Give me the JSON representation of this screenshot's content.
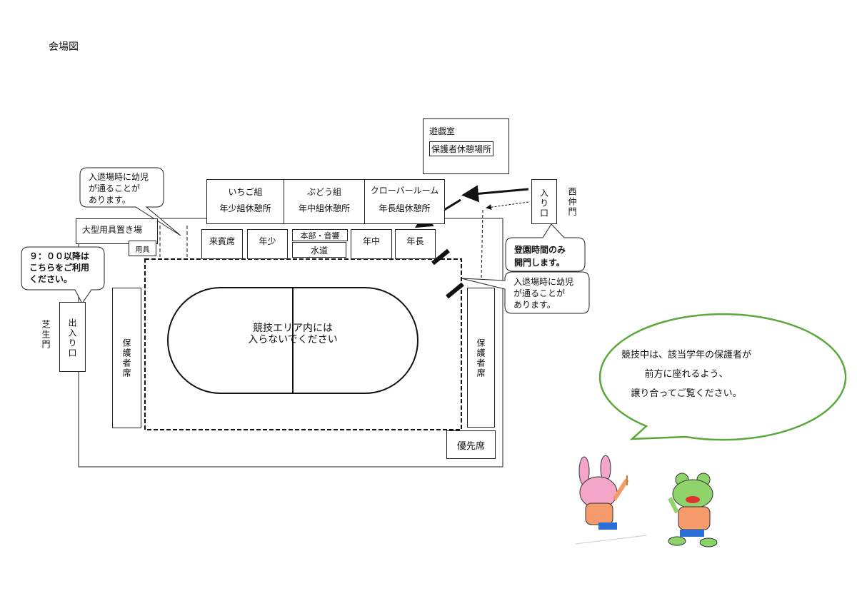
{
  "title": "会場図",
  "playroom": {
    "name": "遊戯室",
    "sub": "保護者休憩場所"
  },
  "rest_rooms": [
    {
      "name": "いちご組",
      "use": "年少組休憩所"
    },
    {
      "name": "ぶどう組",
      "use": "年中組休憩所"
    },
    {
      "name": "クローバールーム",
      "use": "年長組休憩所"
    }
  ],
  "equipment": {
    "large": "大型用具置き場",
    "small": "用具"
  },
  "seats": {
    "guest": "来賓席",
    "nensho": "年少",
    "hq": "本部・音響",
    "water": "水道",
    "nenchu": "年中",
    "nencho": "年長",
    "parents": "保護者席",
    "priority": "優先席"
  },
  "track_text": [
    "競技エリア内には",
    "入らないでください"
  ],
  "gates": {
    "west_entrance": "入り口",
    "west_gate": "西仲門",
    "lawn_entrance": "出入り口",
    "lawn_gate": "芝生門"
  },
  "bubbles": {
    "left_top": [
      "入退場時に幼児",
      "が通ることが",
      "あります。"
    ],
    "after9": [
      "９：００以降は",
      "こちらをご利用",
      "ください。"
    ],
    "open_time": [
      "登園時間のみ",
      "開門します。"
    ],
    "right": [
      "入退場時に幼児",
      "が通ることが",
      "あります。"
    ],
    "big": [
      "競技中は、該当学年の保護者が",
      "前方に座れるよう、",
      "譲り合ってご覧ください。"
    ]
  },
  "colors": {
    "bubble_border": "#5aa83c",
    "rabbit": "#f4a6c8",
    "frog": "#8fd46a",
    "clothes": "#f59a6a"
  }
}
